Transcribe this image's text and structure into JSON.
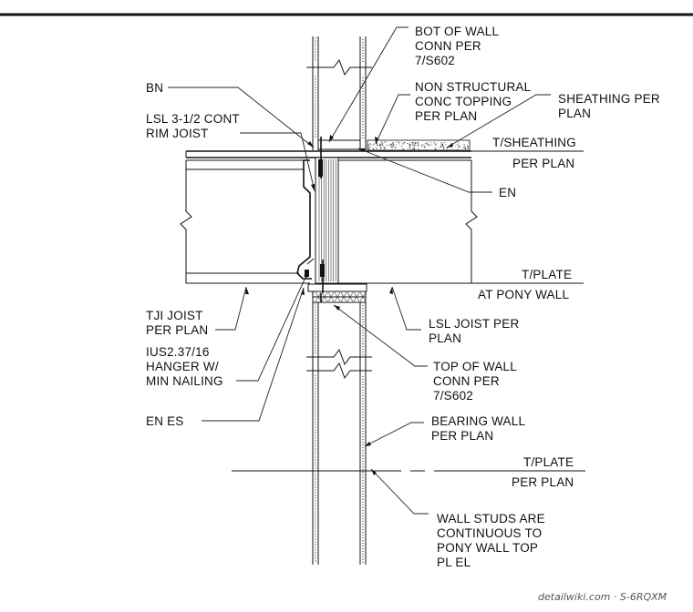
{
  "labels": {
    "bot_of_wall": [
      "BOT OF WALL",
      "CONN PER",
      "7/S602"
    ],
    "non_structural": [
      "NON STRUCTURAL",
      "CONC TOPPING",
      "PER PLAN"
    ],
    "sheathing": [
      "SHEATHING PER",
      "PLAN"
    ],
    "t_sheathing": [
      "T/SHEATHING",
      "PER PLAN"
    ],
    "bn": "BN",
    "lsl_rim": [
      "LSL 3-1/2 CONT",
      "RIM JOIST"
    ],
    "en": "EN",
    "t_plate_pony": [
      "T/PLATE",
      "AT PONY WALL"
    ],
    "tji": [
      "TJI JOIST",
      "PER PLAN"
    ],
    "lsl_joist": [
      "LSL JOIST PER",
      "PLAN"
    ],
    "ius": [
      "IUS2.37/16",
      "HANGER W/",
      "MIN NAILING"
    ],
    "top_of_wall": [
      "TOP OF WALL",
      "CONN PER",
      "7/S602"
    ],
    "en_es": "EN ES",
    "bearing_wall": [
      "BEARING WALL",
      "PER PLAN"
    ],
    "t_plate": [
      "T/PLATE",
      "PER PLAN"
    ],
    "wall_studs": [
      "WALL STUDS ARE",
      "CONTINUOUS TO",
      "PONY WALL TOP",
      "PL EL"
    ]
  },
  "watermark": "detailwiki.com · S-6RQXM"
}
